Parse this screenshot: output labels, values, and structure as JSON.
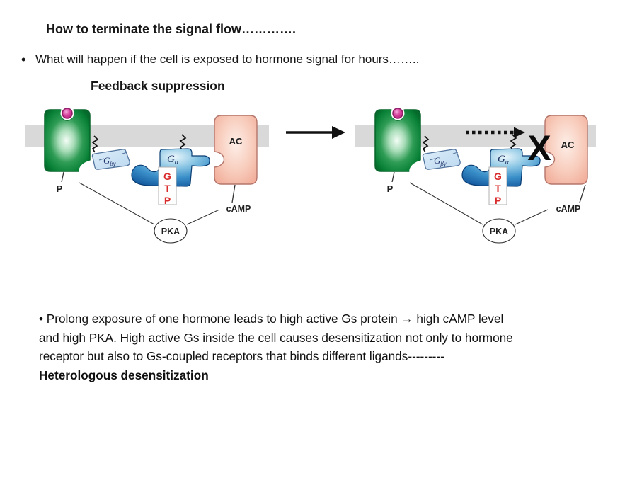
{
  "slide": {
    "title": "How to terminate the signal flow………….",
    "bullet_marker": "•",
    "bullet": "What will happen if the cell is exposed to hormone signal for hours……..",
    "subtitle": "Feedback suppression",
    "body_lines": [
      "• Prolong exposure of one hormone leads to high active Gs protein → high cAMP level",
      "and high PKA. High active Gs inside the cell causes desensitization not only to hormone",
      "receptor but also to Gs-coupled receptors that binds different ligands---------"
    ],
    "body_bold": "Heterologous desensitization"
  },
  "diagram": {
    "labels": {
      "phosphate": "P",
      "g_main": "G",
      "beta_gamma_sub": "βγ",
      "alpha_sub": "α",
      "gtp_g": "G",
      "gtp_t": "T",
      "gtp_p": "P",
      "ac": "AC",
      "camp": "cAMP",
      "pka": "PKA",
      "blocked_mark": "X"
    },
    "colors": {
      "membrane": "#d9d9d9",
      "receptor_green": "#077a33",
      "hormone_magenta": "#c2268e",
      "g_beta_gamma_fill": "#cfe3f5",
      "g_alpha_blue": "#2b86c4",
      "gtp_red": "#d92b2b",
      "ac_salmon": "#f5bfae",
      "ink": "#1f1f1f"
    }
  }
}
